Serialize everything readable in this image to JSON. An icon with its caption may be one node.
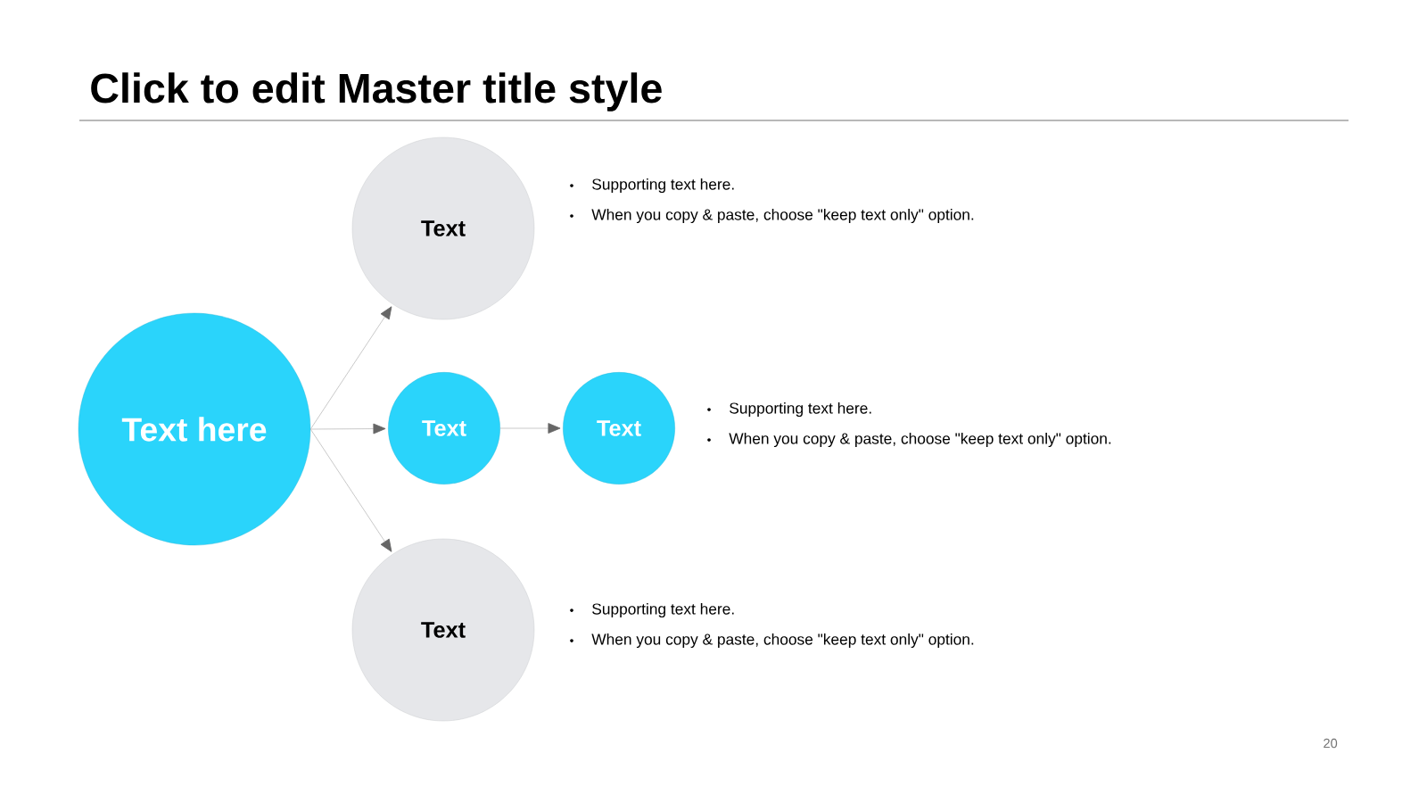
{
  "diagram": {
    "title": "Click to edit Master title style",
    "nodes": [
      {
        "text": [
          "Text here"
        ]
      },
      {
        "text": [
          "Text"
        ],
        "beside": [
          "Supporting text here.",
          "When you copy & paste, choose \"keep text only\" option."
        ]
      },
      {
        "text": [
          "Text"
        ]
      },
      {
        "text": [
          "Text"
        ],
        "beside": [
          "Supporting text here.",
          "When you copy & paste, choose \"keep text only\" option."
        ]
      },
      {
        "text": [
          "Text"
        ],
        "beside": [
          "Supporting text here.",
          "When you copy & paste, choose \"keep text only\" option."
        ]
      }
    ],
    "edges": [
      {
        "from": 0,
        "to": 1,
        "arrow": "to"
      },
      {
        "from": 0,
        "to": 2,
        "arrow": "to"
      },
      {
        "from": 0,
        "to": 4,
        "arrow": "to"
      },
      {
        "from": 2,
        "to": 3,
        "arrow": "to"
      }
    ],
    "labels": [
      "20"
    ]
  }
}
